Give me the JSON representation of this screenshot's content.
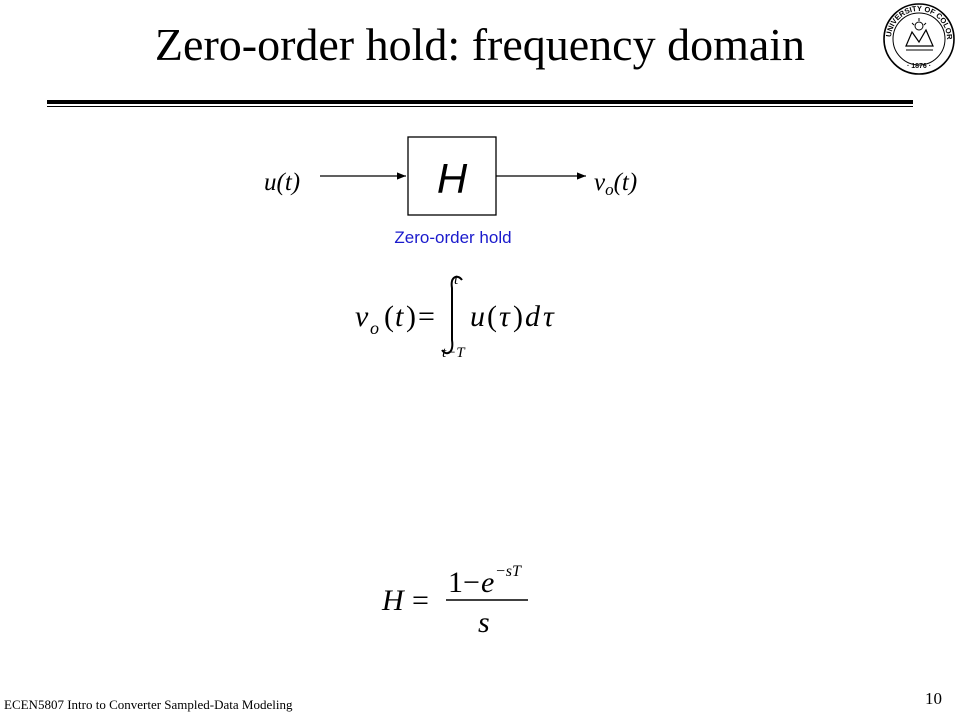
{
  "title": "Zero-order hold: frequency domain",
  "seal": {
    "outer_text": "UNIVERSITY OF COLORADO",
    "year_text": "1876"
  },
  "diagram": {
    "block_label": "H",
    "input_signal": "u(t)",
    "output_signal": "vo(t)",
    "caption": "Zero-order hold",
    "caption_color": "#1a1acc"
  },
  "equations": {
    "time_domain": "v_o(t) = ∫_{t−T}^{t} u(τ) dτ",
    "transfer_function": "H = (1 − e^{−sT}) / s"
  },
  "footer": {
    "course": "ECEN5807 Intro to Converter Sampled-Data Modeling",
    "page_number": "10"
  }
}
